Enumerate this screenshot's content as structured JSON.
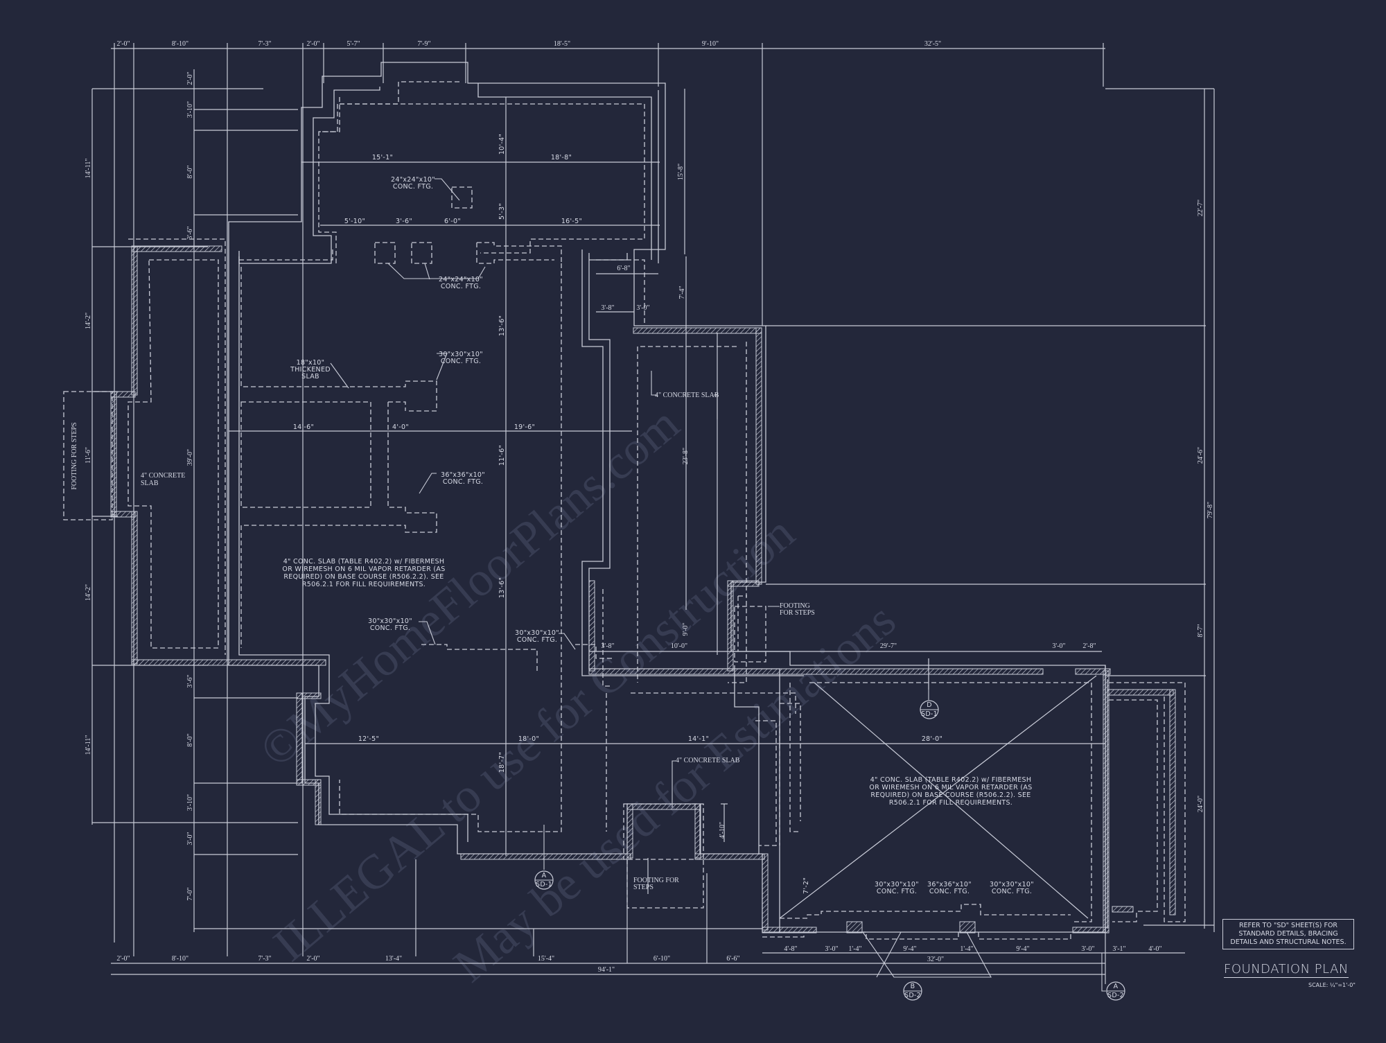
{
  "sheet": {
    "title": "FOUNDATION PLAN",
    "scale": "SCALE: ¼\"=1'-0\"",
    "note_box": [
      "REFER TO \"SD\" SHEET(S) FOR",
      "STANDARD DETAILS, BRACING",
      "DETAILS AND STRUCTURAL NOTES."
    ],
    "watermark_lines": [
      "©MyHomeFloorPlans.com",
      "ILLEGAL to use for Construction",
      "May be used for Estimations"
    ],
    "colors": {
      "background": "#23273a",
      "line": "#c9ccd8",
      "text": "#d8dbe6",
      "watermark": "#3a3f55"
    }
  },
  "dimensions": {
    "top": [
      "2'-0\"",
      "8'-10\"",
      "7'-3\"",
      "2'-0\"",
      "5'-7\"",
      "7'-9\"",
      "18'-5\"",
      "9'-10\"",
      "32'-5\""
    ],
    "bottom_row1": [
      "2'-0\"",
      "8'-10\"",
      "7'-3\"",
      "2'-0\"",
      "13'-4\"",
      "15'-4\"",
      "6'-10\"",
      "6'-6\""
    ],
    "bottom_garage": [
      "4'-8\"",
      "3'-0\"",
      "1'-4\"",
      "9'-4\"",
      "1'-4\"",
      "9'-4\"",
      "3'-0\"",
      "3'-1\"",
      "4'-0\""
    ],
    "bottom_garage_total": "32'-0\"",
    "overall_width": "94'-1\"",
    "left_outer": [
      "14'-11\"",
      "14'-2\"",
      "11'-6\"",
      "14'-2\"",
      "14'-11\""
    ],
    "left_inner": [
      "2'-0\"",
      "3'-10\"",
      "8'-0\"",
      "3'-6\"",
      "39'-0\"",
      "3'-6\"",
      "8'-0\"",
      "3'-10\"",
      "3'-0\"",
      "7'-0\""
    ],
    "right": [
      "22'-7\"",
      "24'-6\"",
      "8'-7\"",
      "24'-0\""
    ],
    "overall_depth": "79'-8\"",
    "interior": {
      "d_15_1": "15'-1\"",
      "d_18_8": "18'-8\"",
      "d_10_4": "10'-4\"",
      "d_5_3": "5'-3\"",
      "d_15_8": "15'-8\"",
      "d_5_10": "5'-10\"",
      "d_3_6": "3'-6\"",
      "d_6_0": "6'-0\"",
      "d_16_5": "16'-5\"",
      "d_6_8": "6'-8\"",
      "d_3_8a": "3'-8\"",
      "d_3_0a": "3'-0\"",
      "d_7_4": "7'-4\"",
      "d_13_6a": "13'-6\"",
      "d_14_6": "14'-6\"",
      "d_4_0": "4'-0\"",
      "d_19_6": "19'-6\"",
      "d_11_6": "11'-6\"",
      "d_23_8": "23'-8\"",
      "d_13_6b": "13'-6\"",
      "d_9_0": "9'-0\"",
      "d_3_8b": "3'-8\"",
      "d_10_0": "10'-0\"",
      "d_29_7": "29'-7\"",
      "d_3_0b": "3'-0\"",
      "d_2_8": "2'-8\"",
      "d_12_5": "12'-5\"",
      "d_18_0": "18'-0\"",
      "d_14_1": "14'-1\"",
      "d_28_0": "28'-0\"",
      "d_18_7": "18'-7\"",
      "d_4_10": "4'-10\"",
      "d_7_2": "7'-2\""
    }
  },
  "annotations": {
    "ftg_24a": [
      "24\"x24\"x10\"",
      "CONC. FTG."
    ],
    "ftg_24b": [
      "24\"x24\"x10\"",
      "CONC. FTG."
    ],
    "thickened_slab": [
      "18\"x10\"",
      "THICKENED",
      "SLAB"
    ],
    "ftg_30a": [
      "30\"x30\"x10\"",
      "CONC. FTG."
    ],
    "ftg_36a": [
      "36\"x36\"x10\"",
      "CONC. FTG."
    ],
    "slab_note_main": [
      "4\" CONC. SLAB (TABLE R402.2) w/ FIBERMESH",
      "OR WIREMESH ON 6 MIL VAPOR RETARDER (AS",
      "REQUIRED) ON BASE COURSE (R506.2.2). SEE",
      "R506.2.1 FOR FILL REQUIREMENTS."
    ],
    "ftg_30b": [
      "30\"x30\"x10\"",
      "CONC. FTG."
    ],
    "ftg_30c": [
      "30\"x30\"x10\"",
      "CONC. FTG."
    ],
    "concrete_slab_left": [
      "4\" CONCRETE",
      "SLAB"
    ],
    "footing_steps_left": "FOOTING FOR STEPS",
    "concrete_slab_mid": "4\" CONCRETE SLAB",
    "footing_steps_right": [
      "FOOTING",
      "FOR STEPS"
    ],
    "concrete_slab_lower": "4\" CONCRETE SLAB",
    "footing_steps_bottom": [
      "FOOTING FOR",
      "STEPS"
    ],
    "slab_note_garage": [
      "4\" CONC. SLAB (TABLE R402.2) w/ FIBERMESH",
      "OR WIREMESH ON 6 MIL VAPOR RETARDER (AS",
      "REQUIRED) ON BASE COURSE (R506.2.2). SEE",
      "R506.2.1 FOR FILL REQUIREMENTS."
    ],
    "garage_ftg_left": [
      "30\"x30\"x10\"",
      "CONC. FTG."
    ],
    "garage_ftg_mid": [
      "36\"x36\"x10\"",
      "CONC. FTG."
    ],
    "garage_ftg_right": [
      "30\"x30\"x10\"",
      "CONC. FTG."
    ]
  },
  "section_markers": [
    {
      "letter": "D",
      "sheet": "SD-1"
    },
    {
      "letter": "A",
      "sheet": "SD-1"
    },
    {
      "letter": "B",
      "sheet": "SD-2"
    },
    {
      "letter": "A",
      "sheet": "SD-2"
    }
  ]
}
